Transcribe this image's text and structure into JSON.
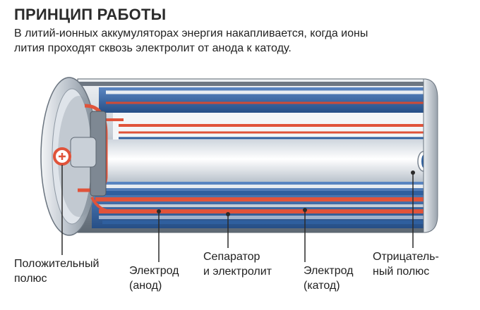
{
  "header": {
    "title": "ПРИНЦИП РАБОТЫ",
    "subtitle_line1": "В литий-ионных аккумуляторах энергия накапливается, когда ионы",
    "subtitle_line2": "лития проходят сквозь электролит от анода к катоду."
  },
  "labels": {
    "positive": {
      "line1": "Положительный",
      "line2": "полюс"
    },
    "anode": {
      "line1": "Электрод",
      "line2": "(анод)"
    },
    "separator": {
      "line1": "Сепаратор",
      "line2": "и электролит"
    },
    "cathode": {
      "line1": "Электрод",
      "line2": "(катод)"
    },
    "negative": {
      "line1": "Отрицатель-",
      "line2": "ный полюс"
    }
  },
  "colors": {
    "anode_blue": "#2f5f9e",
    "cathode_red": "#e0533a",
    "casing_grey": "#9aa3ad"
  }
}
